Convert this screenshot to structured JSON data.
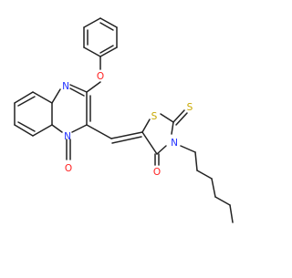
{
  "molecule": {
    "atom_labels": {
      "o_phenoxy": "O",
      "n_ring_top": "N",
      "n_ring_bridge": "N",
      "o_carbonyl_left": "O",
      "s_ring": "S",
      "s_thione": "S",
      "n_thiazolidine": "N",
      "o_carbonyl_right": "O"
    },
    "colors": {
      "bond": "#222222",
      "oxygen": "#ff2020",
      "nitrogen": "#2030ff",
      "sulfur": "#c8a800"
    }
  }
}
